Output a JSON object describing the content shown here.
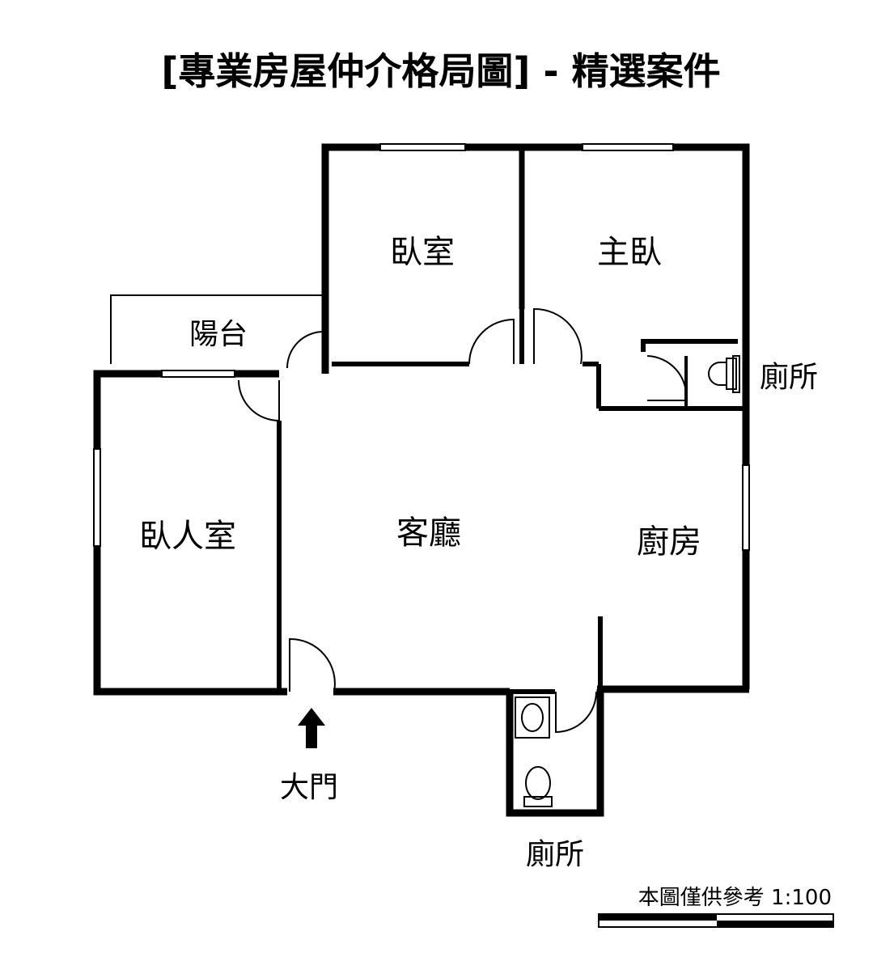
{
  "title": "[專業房屋仲介格局圖] - 精選案件",
  "rooms": {
    "bedroom": "臥室",
    "master_bedroom": "主臥",
    "balcony": "陽台",
    "toilet_east": "廁所",
    "guest_room": "臥人室",
    "living_room": "客廳",
    "kitchen": "廚房",
    "toilet_south": "廁所"
  },
  "entrance_label": "大門",
  "scale_note": "本圖僅供參考 1:100",
  "colors": {
    "wall": "#000000",
    "background": "#ffffff",
    "window": "#9a9a9a"
  }
}
